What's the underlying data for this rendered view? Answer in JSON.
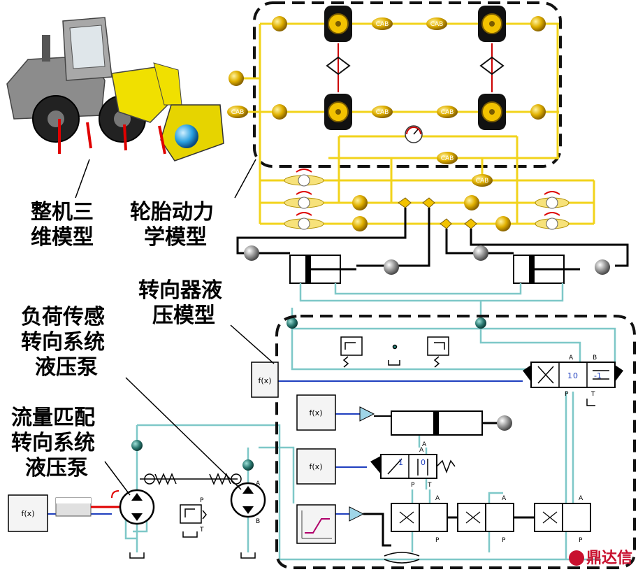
{
  "labels": {
    "vehicle_model": [
      "整机三",
      "维模型"
    ],
    "tire_dynamics_model": [
      "轮胎动力",
      "学模型"
    ],
    "steering_gear_hydraulic_model": [
      "转向器液",
      "压模型"
    ],
    "load_sensing_pump": [
      "负荷传感",
      "转向系统",
      "液压泵"
    ],
    "flow_matching_pump": [
      "流量匹配",
      "转向系统",
      "液压泵"
    ]
  },
  "blocks": {
    "fx_label": "f(x)",
    "cab_label": "CAB",
    "port_a": "A",
    "port_b": "B",
    "port_p": "P",
    "port_t": "T",
    "valve_center": "0",
    "valve_one": "1",
    "valve_neg_one": "-1"
  },
  "watermark": "鼎达信",
  "colors": {
    "mechanical_line": "#f2d31b",
    "hydraulic_line": "#7ec8c8",
    "signal_line": "#1f3fbf",
    "dashed_box": "#111111",
    "ball_gold": "#d9a400",
    "ball_gray": "#8a8a8a",
    "watermark": "#c8102e"
  }
}
